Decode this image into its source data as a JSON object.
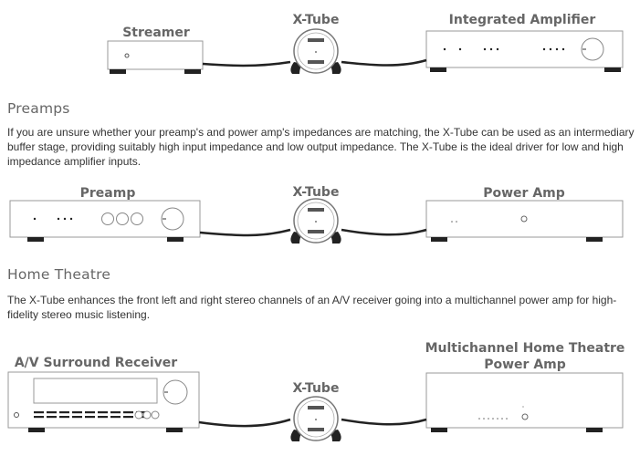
{
  "row1": {
    "streamer_label": "Streamer",
    "xtube_label": "X-Tube",
    "amp_label": "Integrated Amplifier"
  },
  "preamps": {
    "heading": "Preamps",
    "paragraph": "If you are unsure whether your preamp's and power amp's impedances are matching, the X-Tube can be used as an intermediary buffer stage, providing suitably high input impedance and low output impedance. The X-Tube is the ideal driver for low and high impedance amplifier inputs.",
    "preamp_label": "Preamp",
    "xtube_label": "X-Tube",
    "poweramp_label": "Power Amp"
  },
  "theatre": {
    "heading": "Home Theatre",
    "paragraph": "The X-Tube enhances the front left and right stereo channels of an A/V receiver going into a multichannel power amp for high-fidelity stereo music listening.",
    "receiver_label": "A/V Surround Receiver",
    "xtube_label": "X-Tube",
    "multi_label_line1": "Multichannel Home Theatre",
    "multi_label_line2": "Power Amp"
  },
  "colors": {
    "stroke": "#999999",
    "cable": "#222222",
    "label": "#666666"
  },
  "icons": [
    "xtube-device-icon",
    "power-knob-icon"
  ]
}
